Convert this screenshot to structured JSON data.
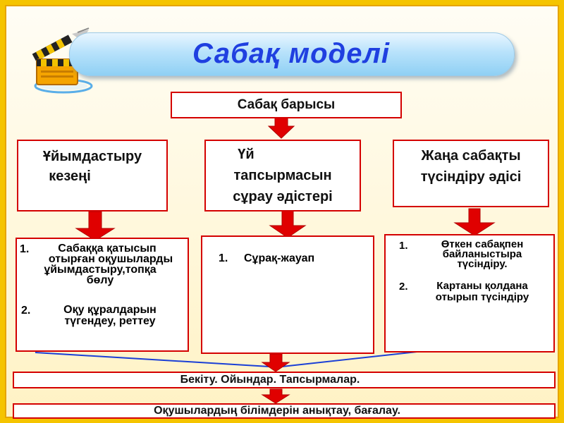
{
  "title": "Сабақ моделі",
  "top_box": "Сабақ барысы",
  "columns": [
    {
      "heading_lines": [
        "Ұйымдастыру",
        "кезеңі"
      ],
      "items": [
        {
          "num": "1.",
          "lines": [
            "Сабаққа қатысып",
            "отырған оқушыларды",
            "ұйымдастыру,топқа",
            "бөлу"
          ]
        },
        {
          "num": "2.",
          "lines": [
            "Оқу құралдарын",
            "түгендеу, реттеу"
          ]
        }
      ]
    },
    {
      "heading_lines": [
        "Үй",
        "тапсырмасын",
        "сұрау әдістері"
      ],
      "items": [
        {
          "num": "1.",
          "lines": [
            "Сұрақ-жауап"
          ]
        }
      ]
    },
    {
      "heading_lines": [
        "Жаңа сабақты",
        "түсіндіру әдісі"
      ],
      "items": [
        {
          "num": "1.",
          "lines": [
            "Өткен сабақпен",
            "байланыстыра",
            "түсіндіру."
          ]
        },
        {
          "num": "2.",
          "lines": [
            "Картаны қолдана",
            "отырып түсіндіру"
          ]
        }
      ]
    }
  ],
  "bottom_boxes": [
    "Бекіту.  Ойындар. Тапсырмалар.",
    "Оқушылардың білімдерін анықтау, бағалау."
  ],
  "colors": {
    "title": "#1f3fe0",
    "border": "#d40000",
    "arrow": "#e00000",
    "frame": "#f5c400",
    "connector": "#1a3fd6"
  }
}
